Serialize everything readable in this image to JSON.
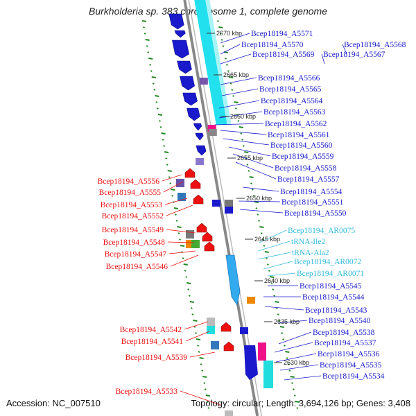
{
  "title": "Burkholderia sp. 383 chromosome 1, complete genome",
  "accession_text": "Accession: NC_007510",
  "summary_text": "Topology: circular; Length: 3,694,126 bp; Genes: 3,408",
  "colors": {
    "cds_forward": "#1a1acc",
    "cds_reverse": "#ee1111",
    "rna": "#33bbdd",
    "backbone": "#888888",
    "gc_dash": "#228822"
  },
  "kbp_labels": [
    {
      "text": "2670 kbp"
    },
    {
      "text": "2665 kbp"
    },
    {
      "text": "2660 kbp"
    },
    {
      "text": "2655 kbp"
    },
    {
      "text": "2650 kbp"
    },
    {
      "text": "2645 kbp"
    },
    {
      "text": "2640 kbp"
    },
    {
      "text": "2635 kbp"
    },
    {
      "text": "2630 kbp"
    }
  ],
  "right_labels": [
    {
      "text": "Bcep18194_A5571",
      "type": "cds"
    },
    {
      "text": "Bcep18194_A5570",
      "type": "cds"
    },
    {
      "text": "Bcep18194_A5568",
      "type": "cds"
    },
    {
      "text": "Bcep18194_A5569",
      "type": "cds"
    },
    {
      "text": "Bcep18194_A5567",
      "type": "cds"
    },
    {
      "text": "Bcep18194_A5566",
      "type": "cds"
    },
    {
      "text": "Bcep18194_A5565",
      "type": "cds"
    },
    {
      "text": "Bcep18194_A5564",
      "type": "cds"
    },
    {
      "text": "Bcep18194_A5563",
      "type": "cds"
    },
    {
      "text": "Bcep18194_A5562",
      "type": "cds"
    },
    {
      "text": "Bcep18194_A5561",
      "type": "cds"
    },
    {
      "text": "Bcep18194_A5560",
      "type": "cds"
    },
    {
      "text": "Bcep18194_A5559",
      "type": "cds"
    },
    {
      "text": "Bcep18194_A5558",
      "type": "cds"
    },
    {
      "text": "Bcep18194_A5557",
      "type": "cds"
    },
    {
      "text": "Bcep18194_A5554",
      "type": "cds"
    },
    {
      "text": "Bcep18194_A5551",
      "type": "cds"
    },
    {
      "text": "Bcep18194_A5550",
      "type": "cds"
    },
    {
      "text": "Bcep18194_AR0075",
      "type": "rna"
    },
    {
      "text": "tRNA-Ile2",
      "type": "rna"
    },
    {
      "text": "tRNA-Ala2",
      "type": "rna"
    },
    {
      "text": "Bcep18194_AR0072",
      "type": "rna"
    },
    {
      "text": "Bcep18194_AR0071",
      "type": "rna"
    },
    {
      "text": "Bcep18194_A5545",
      "type": "cds"
    },
    {
      "text": "Bcep18194_A5544",
      "type": "cds"
    },
    {
      "text": "Bcep18194_A5543",
      "type": "cds"
    },
    {
      "text": "Bcep18194_A5540",
      "type": "cds"
    },
    {
      "text": "Bcep18194_A5538",
      "type": "cds"
    },
    {
      "text": "Bcep18194_A5537",
      "type": "cds"
    },
    {
      "text": "Bcep18194_A5536",
      "type": "cds"
    },
    {
      "text": "Bcep18194_A5535",
      "type": "cds"
    },
    {
      "text": "Bcep18194_A5534",
      "type": "cds"
    }
  ],
  "left_labels": [
    {
      "text": "Bcep18194_A5556"
    },
    {
      "text": "Bcep18194_A5555"
    },
    {
      "text": "Bcep18194_A5553"
    },
    {
      "text": "Bcep18194_A5552"
    },
    {
      "text": "Bcep18194_A5549"
    },
    {
      "text": "Bcep18194_A5548"
    },
    {
      "text": "Bcep18194_A5547"
    },
    {
      "text": "Bcep18194_A5546"
    },
    {
      "text": "Bcep18194_A5542"
    },
    {
      "text": "Bcep18194_A5541"
    },
    {
      "text": "Bcep18194_A5539"
    },
    {
      "text": "Bcep18194_A5533"
    }
  ]
}
